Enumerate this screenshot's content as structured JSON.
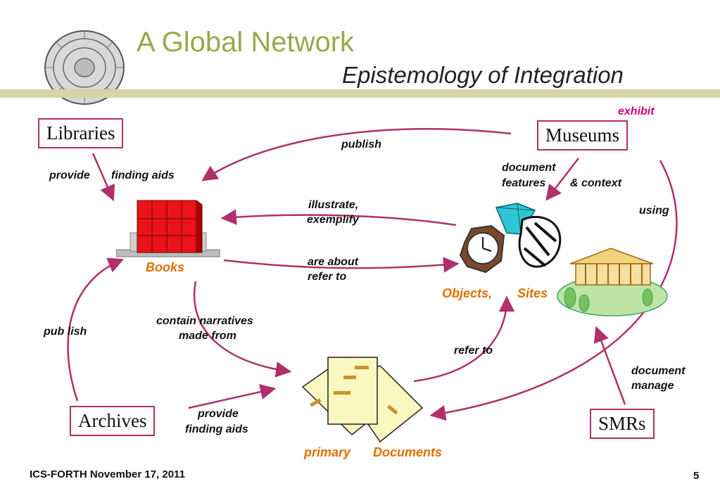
{
  "header": {
    "title": "A Global Network",
    "subtitle": "Epistemology of Integration"
  },
  "nodes": {
    "libraries": "Libraries",
    "museums": "Museums",
    "archives": "Archives",
    "smrs": "SMRs"
  },
  "image_labels": {
    "books": "Books",
    "objects": "Objects,",
    "sites": "Sites",
    "primary": "primary",
    "documents": "Documents"
  },
  "edge_labels": {
    "exhibit": "exhibit",
    "publish_top": "publish",
    "provide_finding_aids_1": "provide",
    "provide_finding_aids_2": "finding aids",
    "document_features_1": "document",
    "document_features_2": "features",
    "document_features_3": "& context",
    "using": "using",
    "illustrate_1": "illustrate,",
    "illustrate_2": "exemplify",
    "are_about_1": "are about",
    "are_about_2": "refer   to",
    "contain_1": "contain  narratives",
    "contain_2": "made  from",
    "publish_left": "pub lish",
    "refer_to": "refer   to",
    "document_manage_1": "document",
    "document_manage_2": "manage",
    "provide_archives_1": "provide",
    "provide_archives_2": "finding aids"
  },
  "footer": {
    "left": "ICS-FORTH November 17, 2011",
    "page": "5"
  },
  "colors": {
    "accent": "#9aa84a",
    "arrow": "#b0306a",
    "label_magenta": "#cc0080",
    "label_orange": "#e07000",
    "band": "#d4d6a4"
  }
}
